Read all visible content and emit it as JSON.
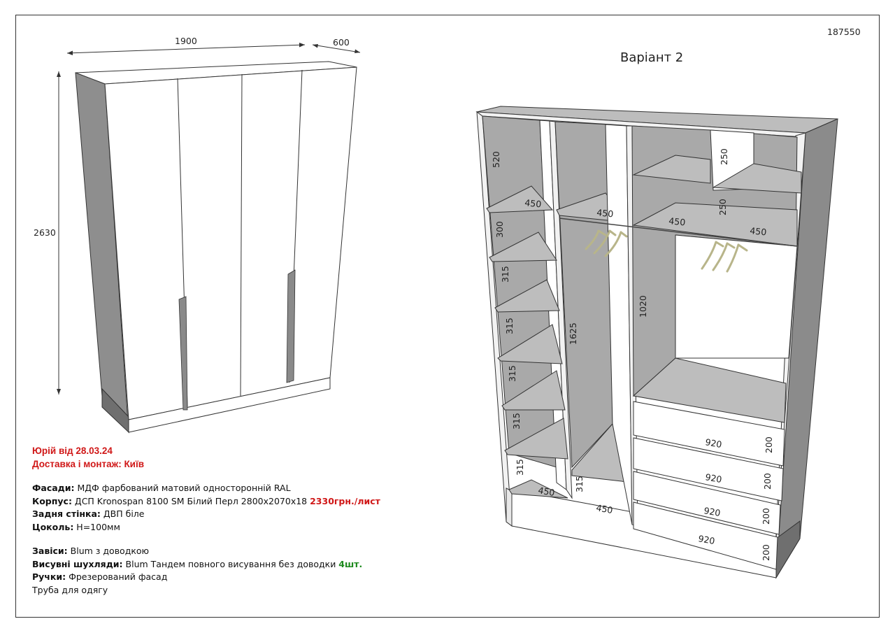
{
  "order_number": "187550",
  "variant_title": "Варіант 2",
  "overall_dims": {
    "width": "1900",
    "depth": "600",
    "height": "2630"
  },
  "interior_dims": {
    "h520": "520",
    "h300": "300",
    "h315a": "315",
    "h315b": "315",
    "h315c": "315",
    "h315d": "315",
    "h315e": "315",
    "h1625": "1625",
    "h1020": "1020",
    "h250a": "250",
    "h250b": "250",
    "w450a": "450",
    "w450b": "450",
    "w450c": "450",
    "w450d": "450",
    "w450e": "450",
    "w450f": "450",
    "w920a": "920",
    "w920b": "920",
    "w920c": "920",
    "w920d": "920",
    "h200a": "200",
    "h200b": "200",
    "h200c": "200",
    "h200d": "200"
  },
  "notes": {
    "client": "Юрій від 28.03.24",
    "delivery": "Доставка і монтаж: Київ",
    "facades_label": "Фасади:",
    "facades_value": " МДФ фарбований матовий односторонній RAL",
    "body_label": "Корпус:",
    "body_value": " ДСП Kronospan 8100 SM Білий Перл 2800х2070х18 ",
    "body_price": "2330грн./лист",
    "back_label": "Задня стінка:",
    "back_value": "  ДВП біле",
    "plinth_label": "Цоколь:",
    "plinth_value": " Н=100мм",
    "hinges_label": "Завіси:",
    "hinges_value": " Blum з доводкою",
    "drawers_label": "Висувні шухляди:",
    "drawers_value": " Blum Тандем повного висування без доводки ",
    "drawers_qty": "4шт.",
    "handles_label": "Ручки:",
    "handles_value": " Фрезерований фасад",
    "rail": "Труба для одягу"
  },
  "colors": {
    "accent_red": "#d01818",
    "accent_green": "#1e8a1e",
    "panel_grey": "#8b8b8b"
  }
}
